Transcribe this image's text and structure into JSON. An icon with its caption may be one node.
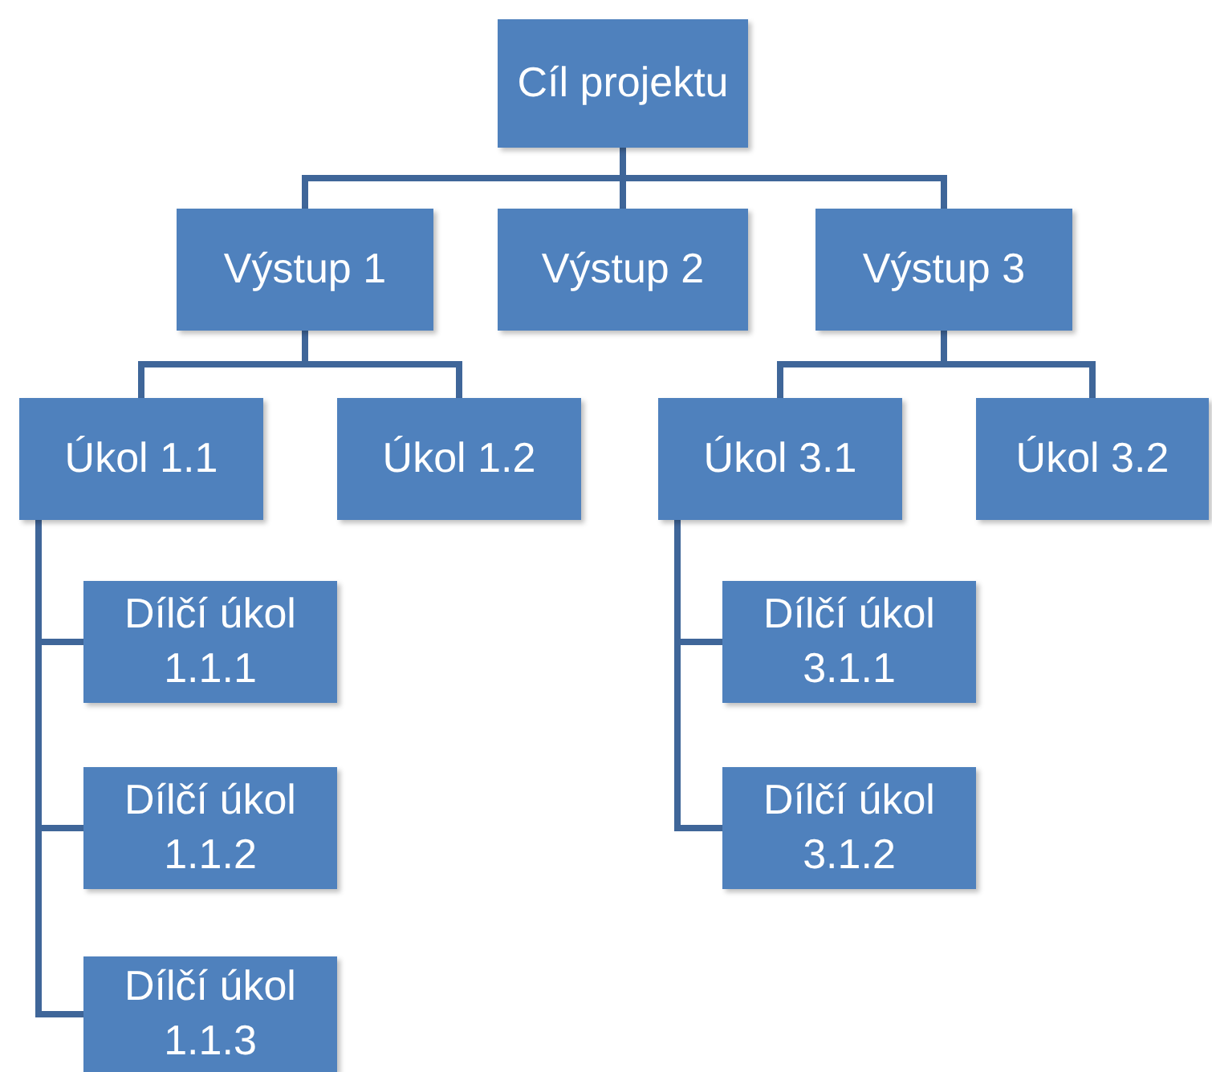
{
  "diagram": {
    "nodes": [
      {
        "text": [
          "Cíl projektu"
        ]
      },
      {
        "text": [
          "Výstup 1"
        ]
      },
      {
        "text": [
          "Výstup 2"
        ]
      },
      {
        "text": [
          "Výstup 3"
        ]
      },
      {
        "text": [
          "Úkol 1.1"
        ]
      },
      {
        "text": [
          "Úkol 1.2"
        ]
      },
      {
        "text": [
          "Úkol 3.1"
        ]
      },
      {
        "text": [
          "Úkol 3.2"
        ]
      },
      {
        "text": [
          "Dílčí úkol 1.1.1"
        ]
      },
      {
        "text": [
          "Dílčí úkol 1.1.2"
        ]
      },
      {
        "text": [
          "Dílčí úkol 1.1.3"
        ]
      },
      {
        "text": [
          "Dílčí úkol 3.1.1"
        ]
      },
      {
        "text": [
          "Dílčí úkol 3.1.2"
        ]
      }
    ],
    "edges": [
      {
        "from": 0,
        "to": 1,
        "arrow": "none"
      },
      {
        "from": 0,
        "to": 2,
        "arrow": "none"
      },
      {
        "from": 0,
        "to": 3,
        "arrow": "none"
      },
      {
        "from": 1,
        "to": 4,
        "arrow": "none"
      },
      {
        "from": 1,
        "to": 5,
        "arrow": "none"
      },
      {
        "from": 3,
        "to": 6,
        "arrow": "none"
      },
      {
        "from": 3,
        "to": 7,
        "arrow": "none"
      },
      {
        "from": 4,
        "to": 8,
        "arrow": "none"
      },
      {
        "from": 4,
        "to": 9,
        "arrow": "none"
      },
      {
        "from": 4,
        "to": 10,
        "arrow": "none"
      },
      {
        "from": 6,
        "to": 11,
        "arrow": "none"
      },
      {
        "from": 6,
        "to": 12,
        "arrow": "none"
      }
    ]
  }
}
